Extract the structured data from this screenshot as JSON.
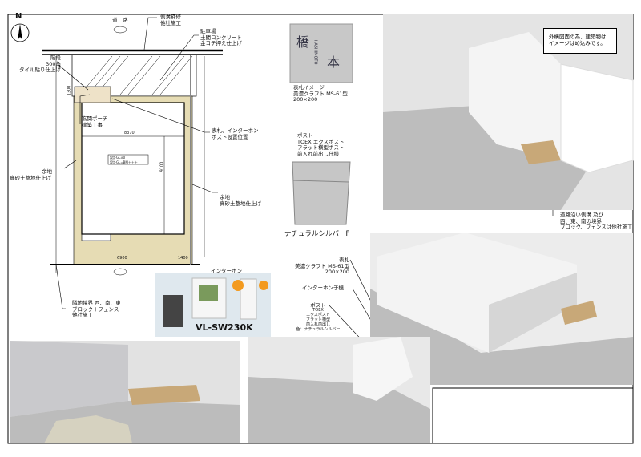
{
  "plan": {
    "north": "N",
    "road": "道　路",
    "gutter_note": [
      "側溝補修",
      "他社施工"
    ],
    "parking_note": [
      "駐車場",
      "土間コンクリート",
      "金コテ押え仕上げ"
    ],
    "stair_note": [
      "階段",
      "300角",
      "タイル貼り仕上げ"
    ],
    "porch_note": [
      "玄関ポーチ",
      "建築工事"
    ],
    "nameplate_position_note": [
      "表札、インターホン",
      "ポスト設置位置"
    ],
    "yard_left_note": [
      "余地",
      "真砂土整地仕上げ"
    ],
    "yard_right_note": [
      "余地",
      "真砂土整地仕上げ"
    ],
    "boundary_note": [
      "隣地境界 西、南、東",
      "ブロック＋フェンス",
      "他社施工"
    ],
    "dim_width": "8370",
    "dim_depth": "9100",
    "dim_front": "1300",
    "dim_bottom_left": "6900",
    "dim_bottom_right": "1400",
    "gl_label": [
      "設計GL±0",
      "設計GL=BM＋＋＋"
    ]
  },
  "nameplate": {
    "kanji": [
      "橋",
      "本"
    ],
    "romaji": "HASHIMOTO",
    "caption": [
      "表札イメージ",
      "美濃クラフト MS-61型",
      "200×200"
    ]
  },
  "post": {
    "caption": [
      "ポスト",
      "TOEX エクスポスト",
      "フラット横型ポスト",
      "前入れ前出し仕様"
    ],
    "color_name": "ナチュラルシルバーF"
  },
  "intercom": {
    "title": "インターホン",
    "model": "VL-SW230K"
  },
  "render_notes": {
    "image_note": [
      "外構図面の為、建築物は",
      "イメージはめ込みです。"
    ],
    "road_note": [
      "道路沿い側溝 及び",
      "西、東、南の境界",
      "ブロック、フェンスは他社施工"
    ],
    "nameplate_label": [
      "表札",
      "美濃クラフト MS-61型",
      "200×200"
    ],
    "intercom_label": "インターホン子機",
    "post_label": [
      "ポスト",
      "TOEX",
      "エクスポスト",
      "フラット横型",
      "前入れ前出し",
      "色：ナチュラルシルバー"
    ]
  },
  "colors": {
    "yard": "#e6dcb4",
    "render_gray": "#bdbdbd",
    "wall": "#e8e8e8"
  }
}
